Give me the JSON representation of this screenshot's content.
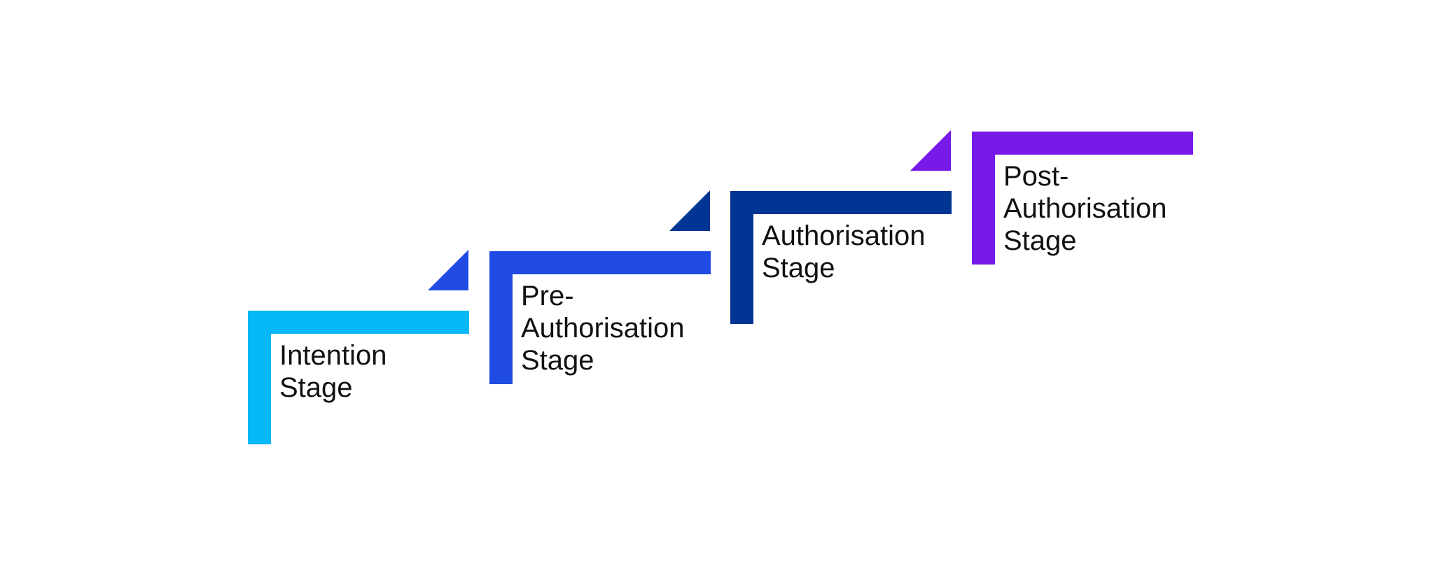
{
  "diagram": {
    "stages": [
      {
        "label_line1": "Intention",
        "label_line2": "Stage",
        "label_line3": "",
        "color": "#06B8F5"
      },
      {
        "label_line1": "Pre-",
        "label_line2": "Authorisation",
        "label_line3": "Stage",
        "color": "#1F4BE3"
      },
      {
        "label_line1": "Authorisation",
        "label_line2": "Stage",
        "label_line3": "",
        "color": "#003593"
      },
      {
        "label_line1": "Post-",
        "label_line2": "Authorisation",
        "label_line3": "Stage",
        "color": "#7719E8"
      }
    ],
    "connector_colors": [
      "#1F4BE3",
      "#003593",
      "#7719E8"
    ],
    "text_color": "#111111",
    "background": "#FFFFFF"
  }
}
